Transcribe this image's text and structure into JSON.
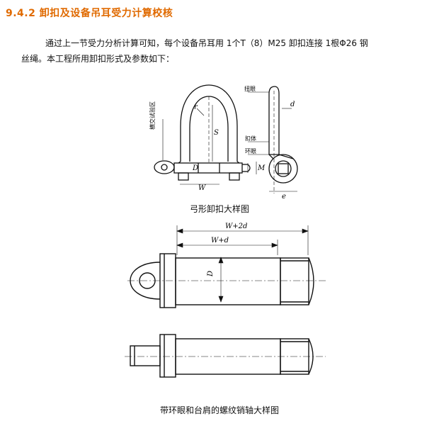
{
  "section": {
    "heading": "9.4.2 卸扣及设备吊耳受力计算校核"
  },
  "paragraph": {
    "line1": "通过上一节受力分析计算可知，每个设备吊耳用 1个T（8）M25 卸扣连接 1根Φ26 钢",
    "line2": "丝绳。本工程所用卸扣形式及参数如下："
  },
  "figure1": {
    "caption": "弓形卸扣大样图",
    "labels": {
      "niu_yan": "扭眼",
      "qiao_ti": "扣体",
      "huan_yan": "环眼",
      "test_side": "横交试验区",
      "r": "r",
      "s": "S",
      "d": "d",
      "D": "D",
      "M": "M",
      "W": "W",
      "e": "e"
    }
  },
  "figure2": {
    "caption": "带环眼和台肩的螺纹销轴大样图",
    "labels": {
      "w2d": "W+2d",
      "wd": "W+d",
      "D": "D"
    }
  }
}
